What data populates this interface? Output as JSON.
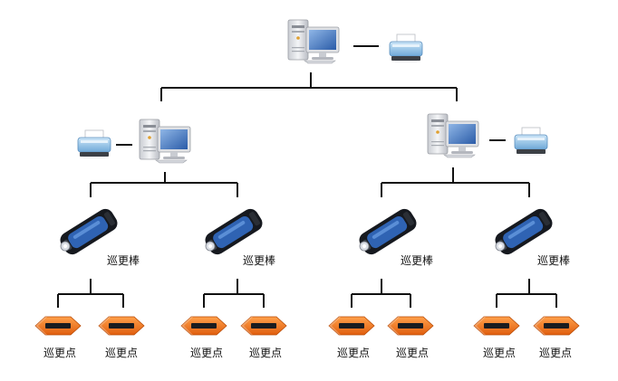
{
  "colors": {
    "line": "#111111",
    "device_blue": "#2f63b3",
    "device_dark": "#16191f",
    "point_orange": "#f07a1e",
    "monitor_screen": "#3d6fb6",
    "tower": "#e6e8ec",
    "printer": "#8fc4ea"
  },
  "icons": {
    "computer": "computer-icon",
    "printer": "printer-icon",
    "patrol_stick": "patrol-stick-icon",
    "patrol_point": "patrol-point-icon"
  },
  "labels": {
    "stick": [
      "巡更棒",
      "巡更棒",
      "巡更棒",
      "巡更棒"
    ],
    "point": [
      "巡更点",
      "巡更点",
      "巡更点",
      "巡更点",
      "巡更点",
      "巡更点",
      "巡更点",
      "巡更点"
    ]
  }
}
